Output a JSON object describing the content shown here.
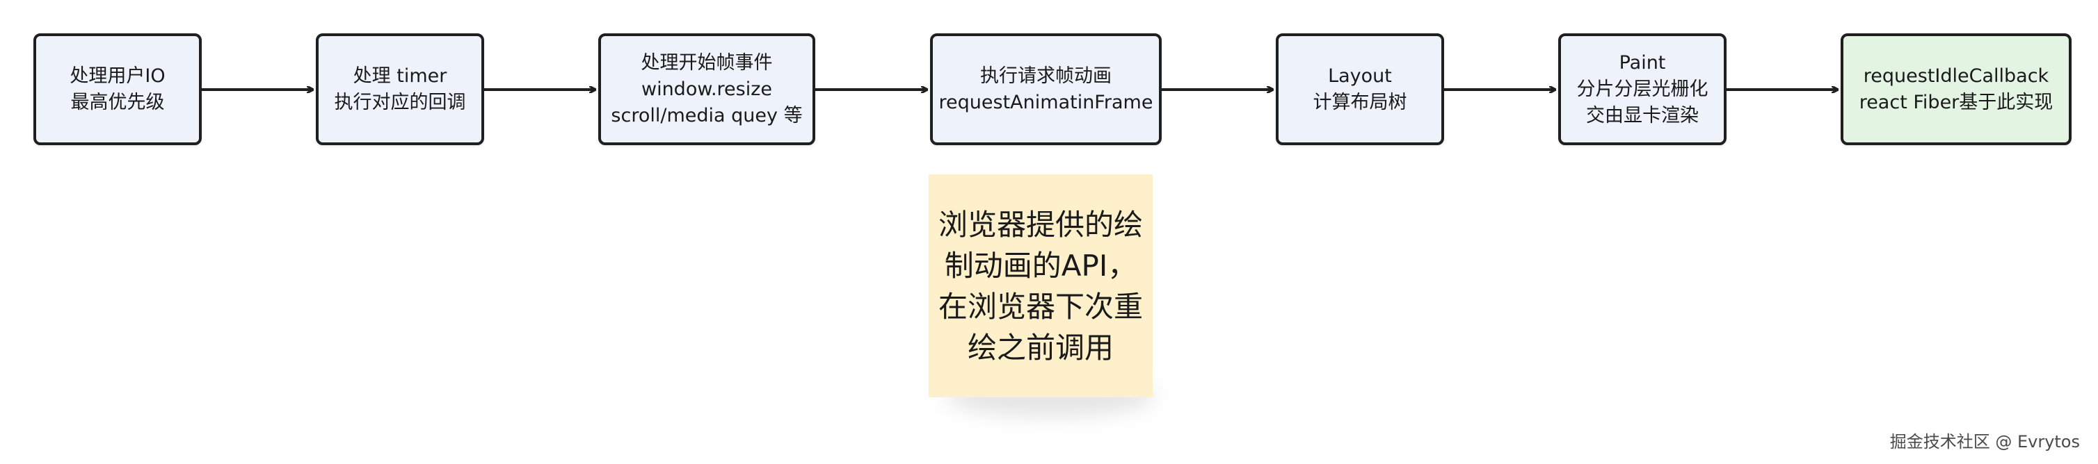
{
  "colors": {
    "node_fill": "#eef2fb",
    "final_node_fill": "#e3f4e3",
    "node_border": "#1f1f1f",
    "note_fill": "#fdf0cb",
    "arrow": "#1f1f1f"
  },
  "nodes": [
    {
      "id": "user-io",
      "lines": [
        "处理用户IO",
        "最高优先级"
      ]
    },
    {
      "id": "timer",
      "lines": [
        "处理 timer",
        "执行对应的回调"
      ]
    },
    {
      "id": "frame-events",
      "lines": [
        "处理开始帧事件",
        "window.resize",
        "scroll/media quey 等"
      ]
    },
    {
      "id": "raf",
      "lines": [
        "执行请求帧动画",
        "requestAnimatinFrame"
      ]
    },
    {
      "id": "layout",
      "lines": [
        "Layout",
        "计算布局树"
      ]
    },
    {
      "id": "paint",
      "lines": [
        "Paint",
        "分片分层光栅化",
        "交由显卡渲染"
      ]
    },
    {
      "id": "idle",
      "lines": [
        "requestIdleCallback",
        "react Fiber基于此实现"
      ]
    }
  ],
  "note": {
    "lines": [
      "浏览器提供的绘",
      "制动画的API，",
      "在浏览器下次重",
      "绘之前调用"
    ]
  },
  "watermark": "掘金技术社区 @ Evrytos"
}
